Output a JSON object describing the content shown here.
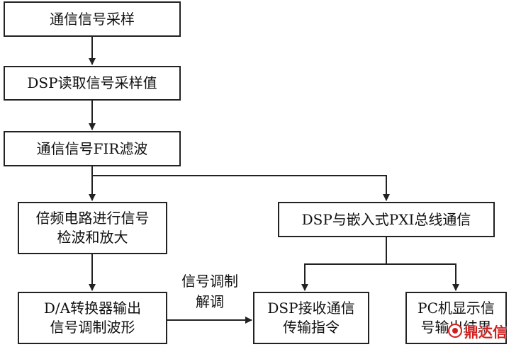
{
  "nodes": {
    "sampling": "通信信号采样",
    "dsp_read": "DSP读取信号采样值",
    "fir": "通信信号FIR滤波",
    "detect": "倍频电路进行信号\n检波和放大",
    "pxi": "DSP与嵌入式PXI总线通信",
    "da": "D/A转换器输出\n信号调制波形",
    "dsp_receive": "DSP接收通信\n传输指令",
    "pc_display": "PC机显示信\n号输出结果"
  },
  "edge_labels": {
    "modulation": "信号调制\n解调"
  },
  "watermark": {
    "text": "鼎达信",
    "color": "#d11f1f"
  },
  "colors": {
    "line": "#222222",
    "watermark": "#d11f1f"
  }
}
